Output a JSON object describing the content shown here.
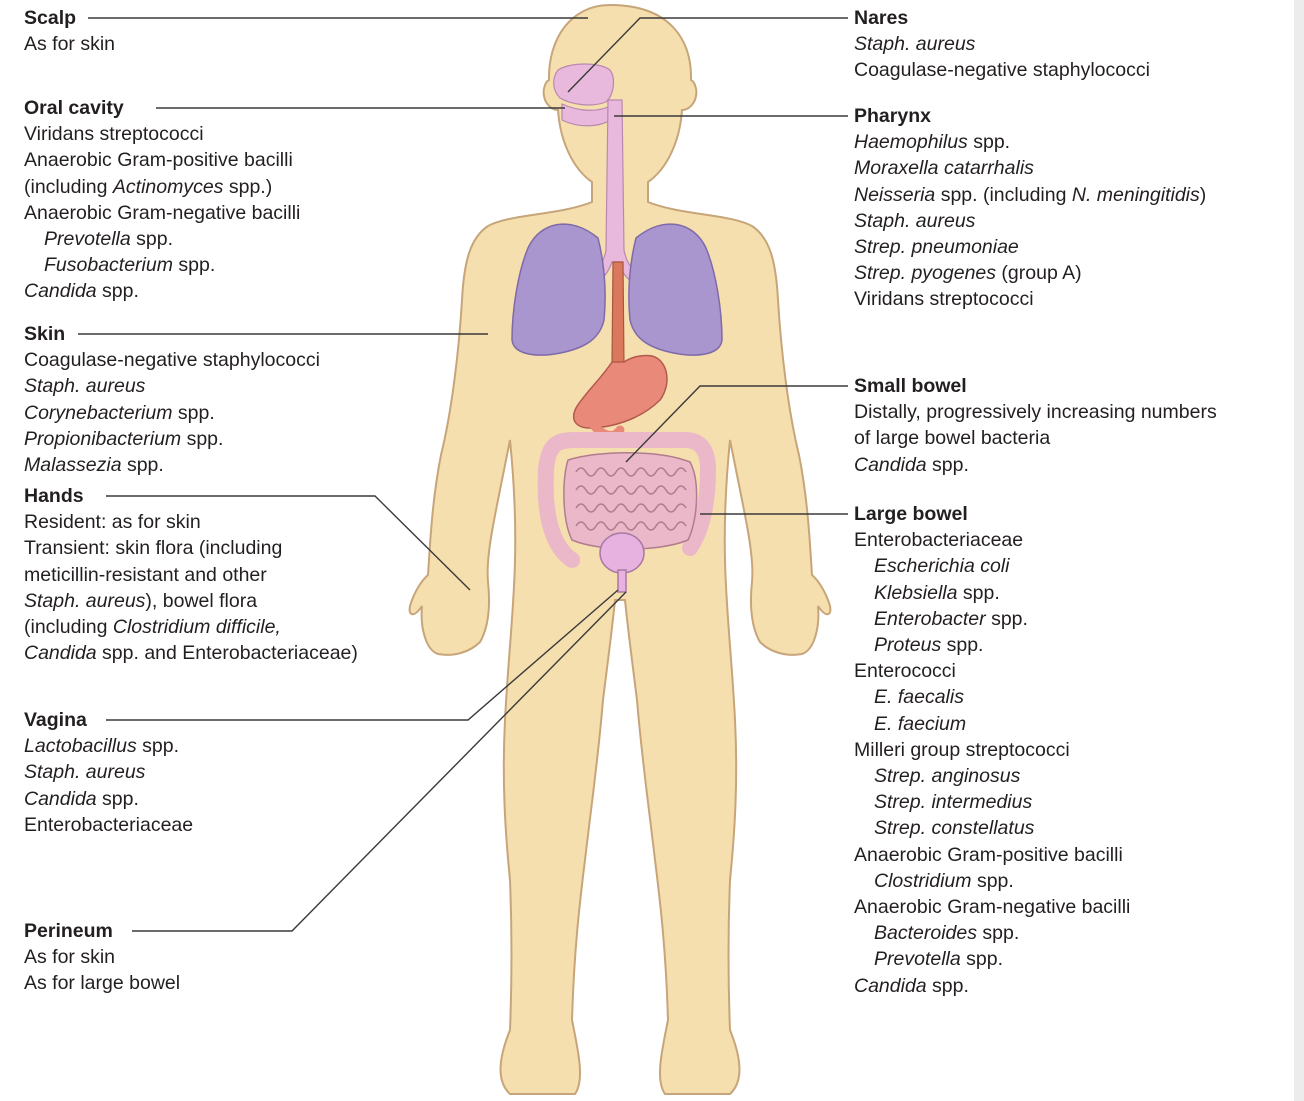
{
  "colors": {
    "skin": "#f6dfae",
    "skin_outline": "#c7a57a",
    "lungs": "#a996cf",
    "airway": "#e8b9dc",
    "esophagus": "#d9785c",
    "stomach": "#e8897a",
    "intestine": "#eab8c8",
    "bladder": "#e7b2e0",
    "leader_line": "#3a3a3a"
  },
  "labels": {
    "left": [
      {
        "id": "scalp",
        "title": "Scalp",
        "lines": [
          {
            "segments": [
              {
                "t": "As for skin"
              }
            ]
          }
        ]
      },
      {
        "id": "oral",
        "title": "Oral cavity",
        "lines": [
          {
            "segments": [
              {
                "t": "Viridans streptococci"
              }
            ]
          },
          {
            "segments": [
              {
                "t": "Anaerobic Gram-positive bacilli"
              }
            ]
          },
          {
            "segments": [
              {
                "t": "(including "
              },
              {
                "t": "Actinomyces",
                "i": true
              },
              {
                "t": " spp.)"
              }
            ]
          },
          {
            "segments": [
              {
                "t": "Anaerobic Gram-negative bacilli"
              }
            ]
          },
          {
            "indent": true,
            "segments": [
              {
                "t": "Prevotella",
                "i": true
              },
              {
                "t": " spp."
              }
            ]
          },
          {
            "indent": true,
            "segments": [
              {
                "t": "Fusobacterium",
                "i": true
              },
              {
                "t": " spp."
              }
            ]
          },
          {
            "segments": [
              {
                "t": "Candida",
                "i": true
              },
              {
                "t": " spp."
              }
            ]
          }
        ]
      },
      {
        "id": "skin",
        "title": "Skin",
        "lines": [
          {
            "segments": [
              {
                "t": "Coagulase-negative staphylococci"
              }
            ]
          },
          {
            "segments": [
              {
                "t": "Staph. aureus",
                "i": true
              }
            ]
          },
          {
            "segments": [
              {
                "t": "Corynebacterium",
                "i": true
              },
              {
                "t": " spp."
              }
            ]
          },
          {
            "segments": [
              {
                "t": "Propionibacterium",
                "i": true
              },
              {
                "t": " spp."
              }
            ]
          },
          {
            "segments": [
              {
                "t": "Malassezia",
                "i": true
              },
              {
                "t": " spp."
              }
            ]
          }
        ]
      },
      {
        "id": "hands",
        "title": "Hands",
        "lines": [
          {
            "segments": [
              {
                "t": "Resident: as for skin"
              }
            ]
          },
          {
            "segments": [
              {
                "t": "Transient: skin flora (including"
              }
            ]
          },
          {
            "segments": [
              {
                "t": "meticillin-resistant and other"
              }
            ]
          },
          {
            "segments": [
              {
                "t": "Staph. aureus",
                "i": true
              },
              {
                "t": "), bowel flora"
              }
            ]
          },
          {
            "segments": [
              {
                "t": "(including "
              },
              {
                "t": "Clostridium difficile,",
                "i": true
              }
            ]
          },
          {
            "segments": [
              {
                "t": "Candida",
                "i": true
              },
              {
                "t": " spp. and Enterobacteriaceae)"
              }
            ]
          }
        ]
      },
      {
        "id": "vagina",
        "title": "Vagina",
        "lines": [
          {
            "segments": [
              {
                "t": "Lactobacillus",
                "i": true
              },
              {
                "t": " spp."
              }
            ]
          },
          {
            "segments": [
              {
                "t": "Staph. aureus",
                "i": true
              }
            ]
          },
          {
            "segments": [
              {
                "t": "Candida",
                "i": true
              },
              {
                "t": " spp."
              }
            ]
          },
          {
            "segments": [
              {
                "t": "Enterobacteriaceae"
              }
            ]
          }
        ]
      },
      {
        "id": "perineum",
        "title": "Perineum",
        "lines": [
          {
            "segments": [
              {
                "t": "As for skin"
              }
            ]
          },
          {
            "segments": [
              {
                "t": "As for large bowel"
              }
            ]
          }
        ]
      }
    ],
    "right": [
      {
        "id": "nares",
        "title": "Nares",
        "lines": [
          {
            "segments": [
              {
                "t": "Staph. aureus",
                "i": true
              }
            ]
          },
          {
            "segments": [
              {
                "t": "Coagulase-negative staphylococci"
              }
            ]
          }
        ]
      },
      {
        "id": "pharynx",
        "title": "Pharynx",
        "lines": [
          {
            "segments": [
              {
                "t": "Haemophilus",
                "i": true
              },
              {
                "t": " spp."
              }
            ]
          },
          {
            "segments": [
              {
                "t": "Moraxella catarrhalis",
                "i": true
              }
            ]
          },
          {
            "segments": [
              {
                "t": "Neisseria",
                "i": true
              },
              {
                "t": " spp. (including "
              },
              {
                "t": "N. meningitidis",
                "i": true
              },
              {
                "t": ")"
              }
            ]
          },
          {
            "segments": [
              {
                "t": "Staph. aureus",
                "i": true
              }
            ]
          },
          {
            "segments": [
              {
                "t": "Strep. pneumoniae",
                "i": true
              }
            ]
          },
          {
            "segments": [
              {
                "t": "Strep. pyogenes",
                "i": true
              },
              {
                "t": " (group A)"
              }
            ]
          },
          {
            "segments": [
              {
                "t": "Viridans streptococci"
              }
            ]
          }
        ]
      },
      {
        "id": "small_bowel",
        "title": "Small bowel",
        "lines": [
          {
            "segments": [
              {
                "t": "Distally, progressively increasing numbers"
              }
            ]
          },
          {
            "segments": [
              {
                "t": "of large bowel bacteria"
              }
            ]
          },
          {
            "segments": [
              {
                "t": "Candida",
                "i": true
              },
              {
                "t": " spp."
              }
            ]
          }
        ]
      },
      {
        "id": "large_bowel",
        "title": "Large bowel",
        "lines": [
          {
            "segments": [
              {
                "t": "Enterobacteriaceae"
              }
            ]
          },
          {
            "indent": true,
            "segments": [
              {
                "t": "Escherichia coli",
                "i": true
              }
            ]
          },
          {
            "indent": true,
            "segments": [
              {
                "t": "Klebsiella",
                "i": true
              },
              {
                "t": " spp."
              }
            ]
          },
          {
            "indent": true,
            "segments": [
              {
                "t": "Enterobacter",
                "i": true
              },
              {
                "t": " spp."
              }
            ]
          },
          {
            "indent": true,
            "segments": [
              {
                "t": "Proteus",
                "i": true
              },
              {
                "t": " spp."
              }
            ]
          },
          {
            "segments": [
              {
                "t": "Enterococci"
              }
            ]
          },
          {
            "indent": true,
            "segments": [
              {
                "t": "E. faecalis",
                "i": true
              }
            ]
          },
          {
            "indent": true,
            "segments": [
              {
                "t": "E. faecium",
                "i": true
              }
            ]
          },
          {
            "segments": [
              {
                "t": "Milleri group streptococci"
              }
            ]
          },
          {
            "indent": true,
            "segments": [
              {
                "t": "Strep. anginosus",
                "i": true
              }
            ]
          },
          {
            "indent": true,
            "segments": [
              {
                "t": "Strep. intermedius",
                "i": true
              }
            ]
          },
          {
            "indent": true,
            "segments": [
              {
                "t": "Strep. constellatus",
                "i": true
              }
            ]
          },
          {
            "segments": [
              {
                "t": "Anaerobic Gram-positive bacilli"
              }
            ]
          },
          {
            "indent": true,
            "segments": [
              {
                "t": "Clostridium",
                "i": true
              },
              {
                "t": " spp."
              }
            ]
          },
          {
            "segments": [
              {
                "t": "Anaerobic Gram-negative bacilli"
              }
            ]
          },
          {
            "indent": true,
            "segments": [
              {
                "t": "Bacteroides",
                "i": true
              },
              {
                "t": " spp."
              }
            ]
          },
          {
            "indent": true,
            "segments": [
              {
                "t": "Prevotella",
                "i": true
              },
              {
                "t": " spp."
              }
            ]
          },
          {
            "segments": [
              {
                "t": "Candida",
                "i": true
              },
              {
                "t": " spp."
              }
            ]
          }
        ]
      }
    ]
  }
}
